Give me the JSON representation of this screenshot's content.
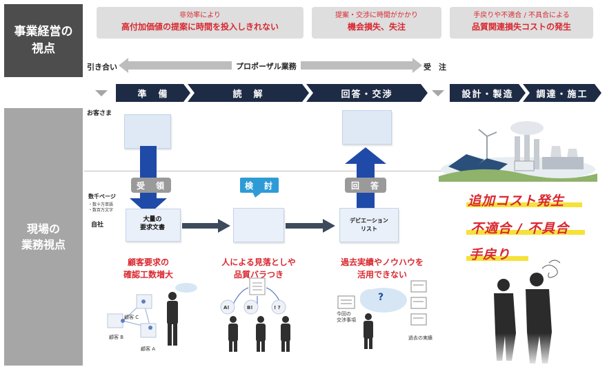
{
  "side_labels": {
    "top": "事業経営の\n視点",
    "bottom": "現場の\n業務視点"
  },
  "issues": [
    {
      "line1": "非効率により",
      "line2": "高付加価値の提案に時間を投入しきれない"
    },
    {
      "line1": "提案・交渉に時間がかかり",
      "line2": "機会損失、失注"
    },
    {
      "line1": "手戻りや不適合 / 不具合による",
      "line2": "品質関連損失コストの発生"
    }
  ],
  "arrow": {
    "left": "引き合い",
    "center": "プロポーザル業務",
    "right": "受　注"
  },
  "steps": [
    "準　備",
    "読　解",
    "回答・交渉",
    "設計・製造",
    "調達・施工"
  ],
  "labels": {
    "customer": "お客さま",
    "pages": "数千ページ",
    "pages_sub1": "・数十万単語",
    "pages_sub2": "・数百万文字",
    "company": "自社"
  },
  "pills": {
    "receive": "受　領",
    "review": "検　討",
    "answer": "回　答"
  },
  "docs": {
    "req_doc": "大量の\n要求文書",
    "deviation": "デビエーション\nリスト"
  },
  "captions": [
    "顧客要求の\n確認工数増大",
    "人による見落としや\n品質バラつき",
    "過去実績やノウハウを\n活用できない"
  ],
  "scene_labels": {
    "cust_c": "顧客 C",
    "cust_b": "顧客 B",
    "cust_a": "顧客 A",
    "bubble_a": "A!",
    "bubble_b": "B!",
    "bubble_q": "! ?",
    "question": "?",
    "current": "今回の\n交渉事項",
    "past": "過去の実績"
  },
  "costs": [
    "追加コスト発生",
    "不適合 / 不具合",
    "手戻り"
  ],
  "colors": {
    "navy": "#1e2b45",
    "red": "#d9282f",
    "blue_arrow": "#1f4aa8",
    "gray_dark": "#4d4d4d",
    "gray_light": "#a6a6a6",
    "highlight": "#f6e13a",
    "teal": "#2e9bd6"
  }
}
